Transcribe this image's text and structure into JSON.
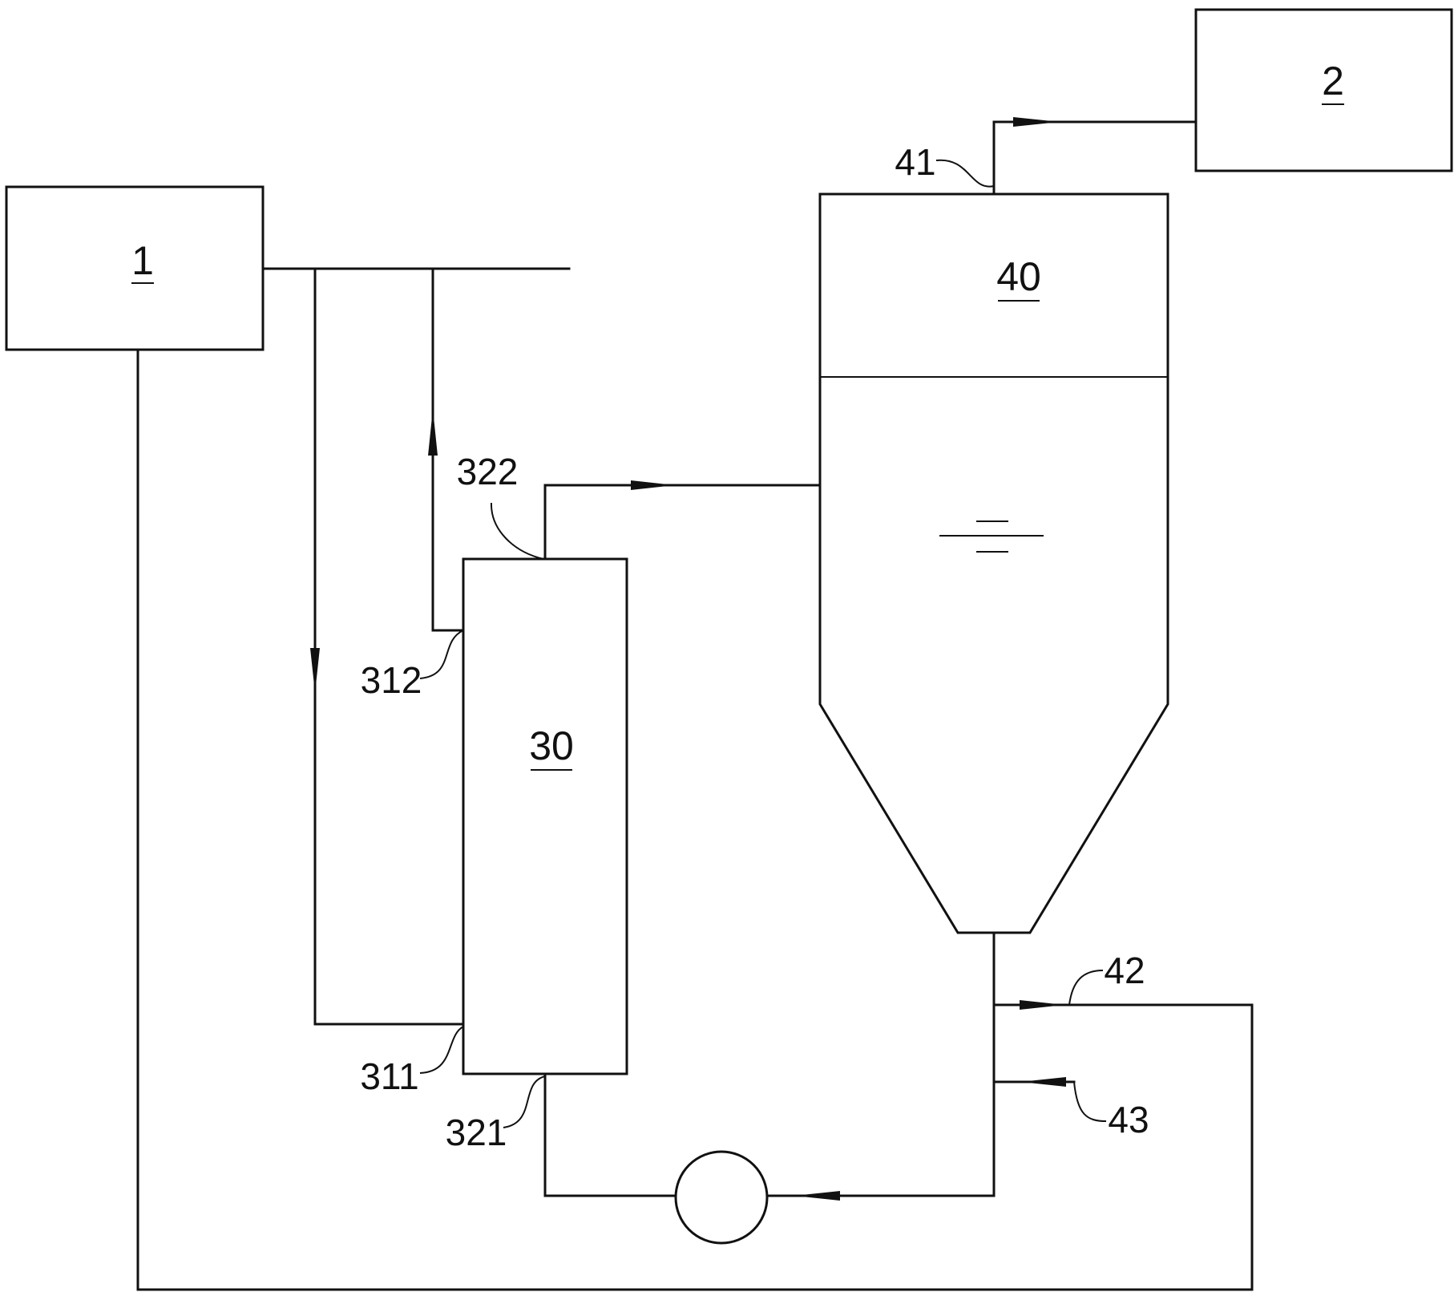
{
  "labels": {
    "unit_1": "1",
    "unit_2": "2",
    "column_30": "30",
    "vessel_40": "40",
    "port_41": "41",
    "port_42": "42",
    "port_43": "43",
    "port_311": "311",
    "port_312": "312",
    "port_321": "321",
    "port_322": "322"
  },
  "colors": {
    "line": "#111111",
    "background": "#ffffff"
  }
}
